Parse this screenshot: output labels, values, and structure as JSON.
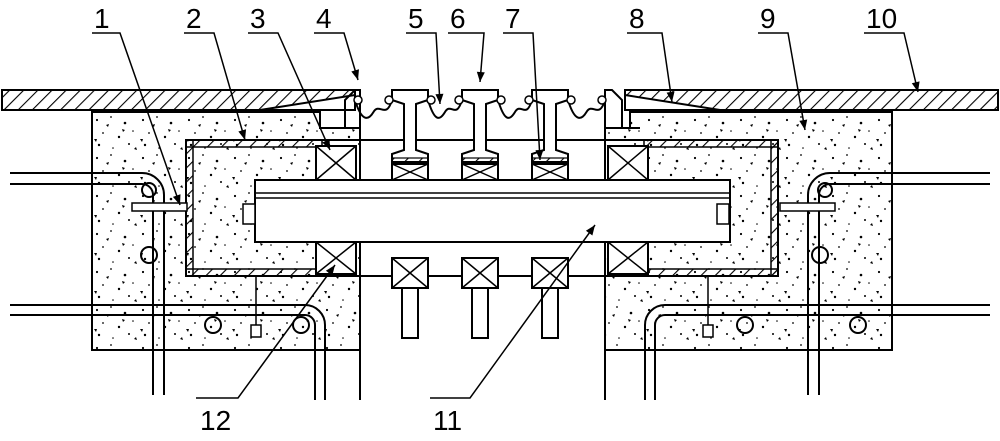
{
  "diagram": {
    "labels_top": [
      "1",
      "2",
      "3",
      "4",
      "5",
      "6",
      "7",
      "8",
      "9",
      "10"
    ],
    "labels_bottom": [
      "12",
      "11"
    ]
  },
  "colors": {
    "ink": "#000000",
    "paper": "#ffffff"
  }
}
